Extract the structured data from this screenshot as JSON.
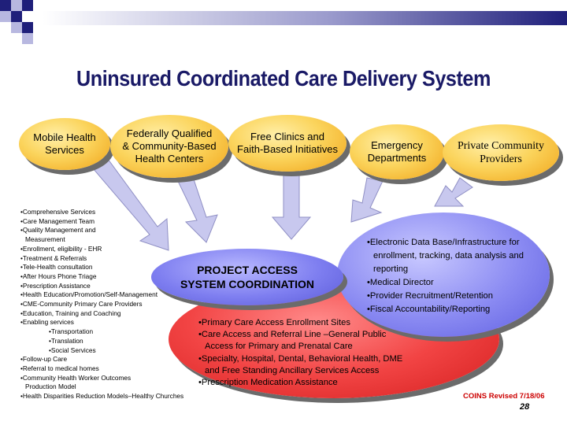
{
  "title": "Uninsured Coordinated Care Delivery System",
  "colors": {
    "title": "#1a1a66",
    "gold_oval": "#fbd45c",
    "blue_oval": "#8a8af2",
    "red_oval": "#f24444",
    "arrow": "#c8c8ee",
    "footer_red": "#cc0000"
  },
  "providers": [
    {
      "line1": "Mobile Health",
      "line2": "Services",
      "line3": ""
    },
    {
      "line1": "Federally Qualified",
      "line2": "& Community-Based",
      "line3": "Health Centers"
    },
    {
      "line1": "Free Clinics and",
      "line2": "Faith-Based Initiatives",
      "line3": ""
    },
    {
      "line1": "Emergency",
      "line2": "Departments",
      "line3": ""
    },
    {
      "line1": "Private Community",
      "line2": "Providers",
      "line3": ""
    }
  ],
  "center": {
    "line1": "PROJECT ACCESS",
    "line2": "SYSTEM COORDINATION"
  },
  "services_list": [
    "•Comprehensive Services",
    "•Care Management Team",
    "•Quality Management and",
    "Measurement",
    "•Enrollment, eligibility - EHR",
    "•Treatment & Referrals",
    "•Tele-Health consultation",
    "•After Hours Phone Triage",
    "•Prescription Assistance",
    "•Health Education/Promotion/Self-Management",
    "•CME-Community Primary Care Providers",
    "•Education, Training and Coaching",
    "•Enabling services",
    "•Transportation",
    "•Translation",
    "•Social Services",
    "•Follow-up Care",
    "•Referral to medical homes",
    "•Community Health Worker Outcomes",
    "Production Model",
    "•Health Disparities Reduction Models–Healthy Churches"
  ],
  "infrastructure_list": [
    "•Electronic Data Base/Infrastructure for",
    "enrollment, tracking, data analysis and",
    "reporting",
    "•Medical Director",
    "•Provider Recruitment/Retention",
    "•Fiscal Accountability/Reporting"
  ],
  "access_list": [
    "•Primary Care Access Enrollment Sites",
    "•Care Access and Referral Line –General Public",
    "Access for Primary and Prenatal Care",
    "•Specialty, Hospital, Dental, Behavioral Health, DME",
    "and Free Standing Ancillary Services Access",
    "•Prescription Medication Assistance"
  ],
  "footer": {
    "revision": "COINS Revised 7/18/06",
    "page": "28"
  }
}
